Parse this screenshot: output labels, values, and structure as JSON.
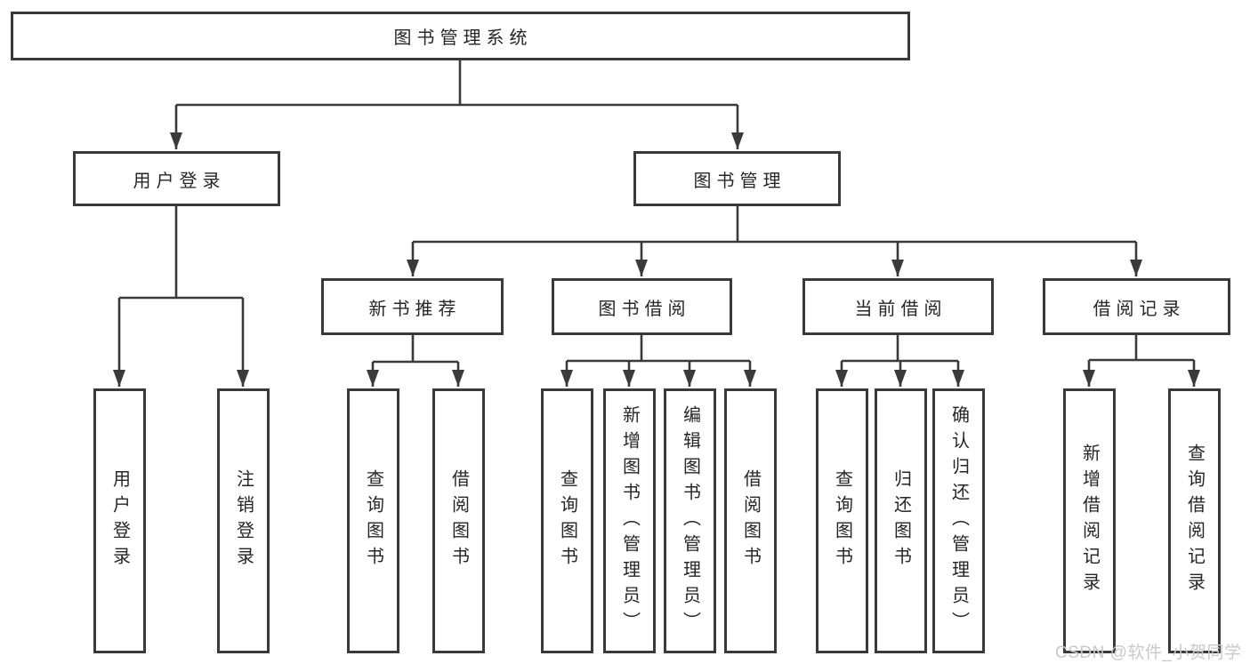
{
  "diagram_title": "图书管理系统",
  "tree": {
    "root": {
      "label": "图书管理系统"
    },
    "branches": [
      {
        "label": "用户登录",
        "children": [
          {
            "label": "用户登录"
          },
          {
            "label": "注销登录"
          }
        ]
      },
      {
        "label": "图书管理",
        "children": [
          {
            "label": "新书推荐",
            "children": [
              {
                "label": "查询图书"
              },
              {
                "label": "借阅图书"
              }
            ]
          },
          {
            "label": "图书借阅",
            "children": [
              {
                "label": "查询图书"
              },
              {
                "label": "新增图书（管理员）"
              },
              {
                "label": "编辑图书（管理员）"
              },
              {
                "label": "借阅图书"
              }
            ]
          },
          {
            "label": "当前借阅",
            "children": [
              {
                "label": "查询图书"
              },
              {
                "label": "归还图书"
              },
              {
                "label": "确认归还（管理员）"
              }
            ]
          },
          {
            "label": "借阅记录",
            "children": [
              {
                "label": "新增借阅记录"
              },
              {
                "label": "查询借阅记录"
              }
            ]
          }
        ]
      }
    ]
  },
  "watermark": {
    "text": "CSDN @软件_小贺同学",
    "color": "#c9c9c9"
  },
  "colors": {
    "border": "#3a3a3a",
    "line": "#3a3a3a",
    "text": "#262626",
    "background": "#ffffff"
  }
}
